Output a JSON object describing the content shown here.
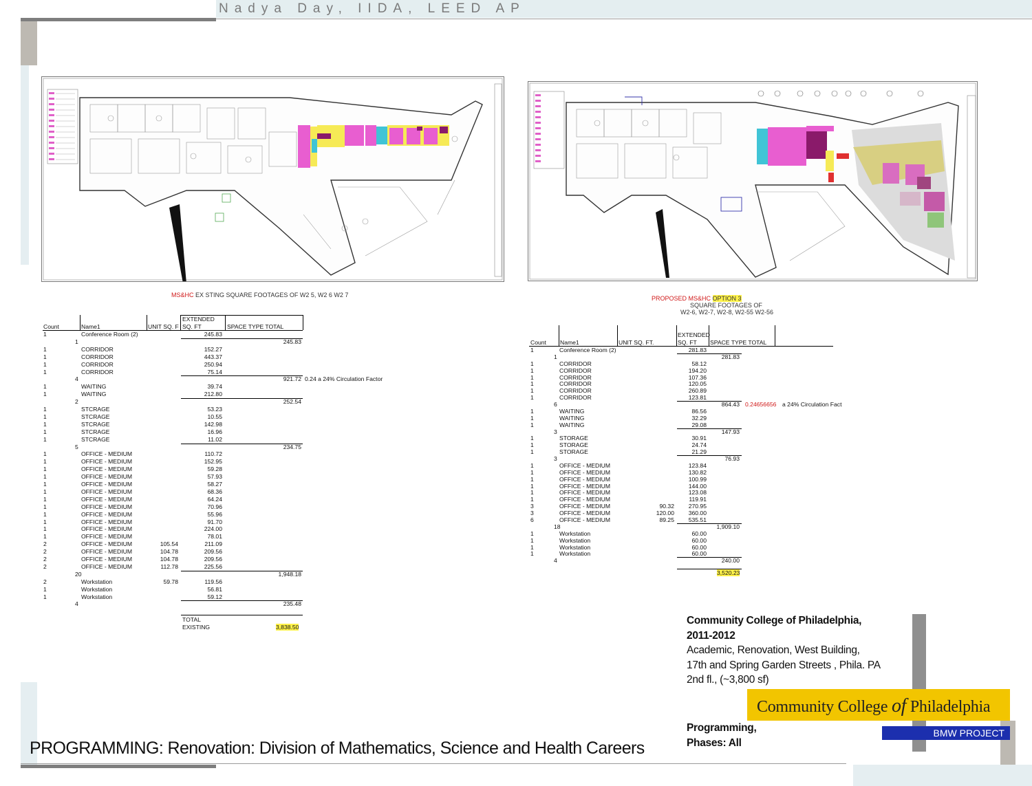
{
  "header": {
    "author": "Nadya Day, IIDA, LEED AP"
  },
  "existing": {
    "caption_red": "MS&HC",
    "caption_rest": " EX STING SQUARE FOOTAGES OF W2 5, W2 6 W2 7",
    "headers": {
      "count": "Count",
      "name": "Name1",
      "unit": "UNIT SQ. F",
      "extended_1": "EXTENDED",
      "extended_2": "SQ. FT",
      "space": "SPACE TYPE TOTAL"
    },
    "rows": [
      {
        "c": "1",
        "n": "Conference Room (2)",
        "u": "",
        "e": "245.83",
        "t": "",
        "note": ""
      },
      {
        "c": "",
        "n": "",
        "u": "",
        "e": "",
        "t": "245.83",
        "note": "",
        "sub": "1"
      },
      {
        "c": "1",
        "n": "CORRIDOR",
        "u": "",
        "e": "152.27",
        "t": "",
        "note": ""
      },
      {
        "c": "1",
        "n": "CORRIDOR",
        "u": "",
        "e": "443.37",
        "t": "",
        "note": ""
      },
      {
        "c": "1",
        "n": "CORRIDOR",
        "u": "",
        "e": "250.94",
        "t": "",
        "note": ""
      },
      {
        "c": "1",
        "n": "CORRIDOR",
        "u": "",
        "e": "75.14",
        "t": "",
        "note": ""
      },
      {
        "c": "",
        "n": "",
        "u": "",
        "e": "",
        "t": "921.72",
        "note": "0.24  a 24% Circulation Factor",
        "sub": "4"
      },
      {
        "c": "1",
        "n": "WAITING",
        "u": "",
        "e": "39.74",
        "t": "",
        "note": ""
      },
      {
        "c": "1",
        "n": "WAITING",
        "u": "",
        "e": "212.80",
        "t": "",
        "note": ""
      },
      {
        "c": "",
        "n": "",
        "u": "",
        "e": "",
        "t": "252.54",
        "note": "",
        "sub": "2"
      },
      {
        "c": "1",
        "n": "STCRAGE",
        "u": "",
        "e": "53.23",
        "t": "",
        "note": ""
      },
      {
        "c": "1",
        "n": "STCRAGE",
        "u": "",
        "e": "10.55",
        "t": "",
        "note": ""
      },
      {
        "c": "1",
        "n": "STCRAGE",
        "u": "",
        "e": "142.98",
        "t": "",
        "note": ""
      },
      {
        "c": "1",
        "n": "STCRAGE",
        "u": "",
        "e": "16.96",
        "t": "",
        "note": ""
      },
      {
        "c": "1",
        "n": "STCRAGE",
        "u": "",
        "e": "11.02",
        "t": "",
        "note": ""
      },
      {
        "c": "",
        "n": "",
        "u": "",
        "e": "",
        "t": "234.75",
        "note": "",
        "sub": "5"
      },
      {
        "c": "1",
        "n": "OFFICE - MEDIUM",
        "u": "",
        "e": "110.72",
        "t": "",
        "note": ""
      },
      {
        "c": "1",
        "n": "OFFICE - MEDIUM",
        "u": "",
        "e": "152.95",
        "t": "",
        "note": ""
      },
      {
        "c": "1",
        "n": "OFFICE - MEDIUM",
        "u": "",
        "e": "59.28",
        "t": "",
        "note": ""
      },
      {
        "c": "1",
        "n": "OFFICE - MEDIUM",
        "u": "",
        "e": "57.93",
        "t": "",
        "note": ""
      },
      {
        "c": "1",
        "n": "OFFICE - MEDIUM",
        "u": "",
        "e": "58.27",
        "t": "",
        "note": ""
      },
      {
        "c": "1",
        "n": "OFFICE - MEDIUM",
        "u": "",
        "e": "68.36",
        "t": "",
        "note": ""
      },
      {
        "c": "1",
        "n": "OFFICE - MEDIUM",
        "u": "",
        "e": "64.24",
        "t": "",
        "note": ""
      },
      {
        "c": "1",
        "n": "OFFICE - MEDIUM",
        "u": "",
        "e": "70.96",
        "t": "",
        "note": ""
      },
      {
        "c": "1",
        "n": "OFFICE - MEDIUM",
        "u": "",
        "e": "55.96",
        "t": "",
        "note": ""
      },
      {
        "c": "1",
        "n": "OFFICE - MEDIUM",
        "u": "",
        "e": "91.70",
        "t": "",
        "note": ""
      },
      {
        "c": "1",
        "n": "OFFICE - MEDIUM",
        "u": "",
        "e": "224.00",
        "t": "",
        "note": ""
      },
      {
        "c": "1",
        "n": "OFFICE - MEDIUM",
        "u": "",
        "e": "78.01",
        "t": "",
        "note": ""
      },
      {
        "c": "2",
        "n": "OFFICE - MEDIUM",
        "u": "105.54",
        "e": "211.09",
        "t": "",
        "note": ""
      },
      {
        "c": "2",
        "n": "OFFICE - MEDIUM",
        "u": "104.78",
        "e": "209.56",
        "t": "",
        "note": ""
      },
      {
        "c": "2",
        "n": "OFFICE - MEDIUM",
        "u": "104.78",
        "e": "209.56",
        "t": "",
        "note": ""
      },
      {
        "c": "2",
        "n": "OFFICE - MEDIUM",
        "u": "112.78",
        "e": "225.56",
        "t": "",
        "note": ""
      },
      {
        "c": "",
        "n": "",
        "u": "",
        "e": "",
        "t": "1,948.18",
        "note": "",
        "sub": "20"
      },
      {
        "c": "2",
        "n": "Workstation",
        "u": "59.78",
        "e": "119.56",
        "t": "",
        "note": ""
      },
      {
        "c": "1",
        "n": "Workstation",
        "u": "",
        "e": "56.81",
        "t": "",
        "note": ""
      },
      {
        "c": "1",
        "n": "Workstation",
        "u": "",
        "e": "59.12",
        "t": "",
        "note": ""
      },
      {
        "c": "",
        "n": "",
        "u": "",
        "e": "",
        "t": "235.48",
        "note": "",
        "sub": "4"
      }
    ],
    "total_label_1": "TOTAL",
    "total_label_2": "EXISTING",
    "total_value": "3,838.50"
  },
  "proposed": {
    "caption_red": "PROPOSED MS&HC",
    "caption_option": "OPTION 3",
    "caption_line2": "SQUARE FOOTAGES OF",
    "caption_line3": "W2-6, W2-7, W2-8, W2-55 W2-56",
    "headers": {
      "count": "Count",
      "name": "Name1",
      "unit": "UNIT SQ. FT.",
      "extended_1": "EXTENDED",
      "extended_2": "SQ. FT",
      "space": "SPACE TYPE TOTAL"
    },
    "rows": [
      {
        "c": "1",
        "n": "Conference Room (2)",
        "u": "",
        "e": "281.83",
        "t": "",
        "note": ""
      },
      {
        "c": "",
        "n": "",
        "u": "",
        "e": "",
        "t": "281.83",
        "note": "",
        "sub": "1"
      },
      {
        "c": "1",
        "n": "CORRIDOR",
        "u": "",
        "e": "58.12",
        "t": "",
        "note": ""
      },
      {
        "c": "1",
        "n": "CORRIDOR",
        "u": "",
        "e": "194.20",
        "t": "",
        "note": ""
      },
      {
        "c": "1",
        "n": "CORRIDOR",
        "u": "",
        "e": "107.36",
        "t": "",
        "note": ""
      },
      {
        "c": "1",
        "n": "CORRIDOR",
        "u": "",
        "e": "120.05",
        "t": "",
        "note": ""
      },
      {
        "c": "1",
        "n": "CORRIDOR",
        "u": "",
        "e": "260.89",
        "t": "",
        "note": ""
      },
      {
        "c": "1",
        "n": "CORRIDOR",
        "u": "",
        "e": "123.81",
        "t": "",
        "note": ""
      },
      {
        "c": "",
        "n": "",
        "u": "",
        "e": "",
        "t": "864.43",
        "note": "0.24656656",
        "note2": " a 24% Circulation Fact",
        "sub": "6"
      },
      {
        "c": "1",
        "n": "WAITING",
        "u": "",
        "e": "86.56",
        "t": "",
        "note": ""
      },
      {
        "c": "1",
        "n": "WAITING",
        "u": "",
        "e": "32.29",
        "t": "",
        "note": ""
      },
      {
        "c": "1",
        "n": "WAITING",
        "u": "",
        "e": "29.08",
        "t": "",
        "note": ""
      },
      {
        "c": "",
        "n": "",
        "u": "",
        "e": "",
        "t": "147.93",
        "note": "",
        "sub": "3"
      },
      {
        "c": "1",
        "n": "STORAGE",
        "u": "",
        "e": "30.91",
        "t": "",
        "note": ""
      },
      {
        "c": "1",
        "n": "STORAGE",
        "u": "",
        "e": "24.74",
        "t": "",
        "note": ""
      },
      {
        "c": "1",
        "n": "STORAGE",
        "u": "",
        "e": "21.29",
        "t": "",
        "note": ""
      },
      {
        "c": "",
        "n": "",
        "u": "",
        "e": "",
        "t": "76.93",
        "note": "",
        "sub": "3"
      },
      {
        "c": "1",
        "n": "OFFICE - MEDIUM",
        "u": "",
        "e": "123.84",
        "t": "",
        "note": ""
      },
      {
        "c": "1",
        "n": "OFFICE - MEDIUM",
        "u": "",
        "e": "130.82",
        "t": "",
        "note": ""
      },
      {
        "c": "1",
        "n": "OFFICE - MEDIUM",
        "u": "",
        "e": "100.99",
        "t": "",
        "note": ""
      },
      {
        "c": "1",
        "n": "OFFICE - MEDIUM",
        "u": "",
        "e": "144.00",
        "t": "",
        "note": ""
      },
      {
        "c": "1",
        "n": "OFFICE - MEDIUM",
        "u": "",
        "e": "123.08",
        "t": "",
        "note": ""
      },
      {
        "c": "1",
        "n": "OFFICE - MEDIUM",
        "u": "",
        "e": "119.91",
        "t": "",
        "note": ""
      },
      {
        "c": "3",
        "n": "OFFICE - MEDIUM",
        "u": "90.32",
        "e": "270.95",
        "t": "",
        "note": ""
      },
      {
        "c": "3",
        "n": "OFFICE - MEDIUM",
        "u": "120.00",
        "e": "360.00",
        "t": "",
        "note": ""
      },
      {
        "c": "6",
        "n": "OFFICE - MEDIUM",
        "u": "89.25",
        "e": "535.51",
        "t": "",
        "note": ""
      },
      {
        "c": "",
        "n": "",
        "u": "",
        "e": "",
        "t": "1,909.10",
        "note": "",
        "sub": "18"
      },
      {
        "c": "1",
        "n": "Workstation",
        "u": "",
        "e": "60.00",
        "t": "",
        "note": ""
      },
      {
        "c": "1",
        "n": "Workstation",
        "u": "",
        "e": "60.00",
        "t": "",
        "note": ""
      },
      {
        "c": "1",
        "n": "Workstation",
        "u": "",
        "e": "60.00",
        "t": "",
        "note": ""
      },
      {
        "c": "1",
        "n": "Workstation",
        "u": "",
        "e": "60.00",
        "t": "",
        "note": ""
      },
      {
        "c": "",
        "n": "",
        "u": "",
        "e": "",
        "t": "240.00",
        "note": "",
        "sub": "4"
      }
    ],
    "total_value": "3,520.23"
  },
  "project": {
    "line1": "Community College of Philadelphia,",
    "line2": "2011-2012",
    "line3": "Academic, Renovation, West Building,",
    "line4": "17th and Spring Garden Streets , Phila.  PA",
    "line5": "2nd fl., (~3,800 sf)",
    "programming": "Programming,",
    "phases": "Phases: All"
  },
  "logo": {
    "part1": "Community College ",
    "of": "of",
    "part2": " Philadelphia",
    "tag": "BMW PROJECT"
  },
  "footer": {
    "title": "PROGRAMMING: Renovation: Division of Mathematics, Science and Health Careers"
  },
  "colors": {
    "highlight": "#fff24a",
    "red": "#d01818",
    "logo_gold": "#f2c500",
    "bmw_blue": "#1c2fae"
  }
}
